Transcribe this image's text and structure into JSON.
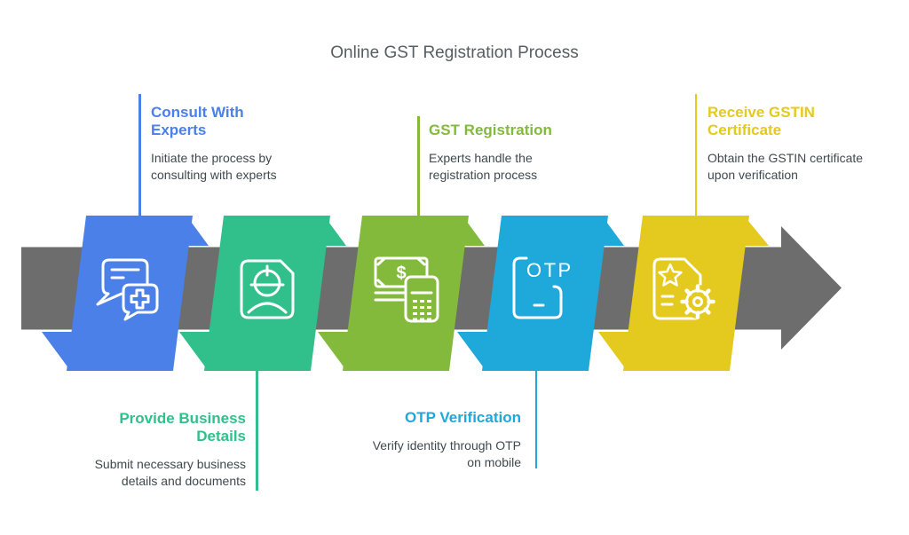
{
  "title": "Online GST Registration Process",
  "colors": {
    "arrow": "#6d6d6d",
    "title_text": "#565e61",
    "body_text": "#3f4a4e",
    "background": "#ffffff",
    "icon_stroke": "#ffffff"
  },
  "steps": [
    {
      "id": 1,
      "position": "top",
      "title": "Consult With\nExperts",
      "description": "Initiate the process by\nconsulting with experts",
      "color": "#4a80e8",
      "icon": "chat-medical-icon"
    },
    {
      "id": 2,
      "position": "bottom",
      "title": "Provide Business\nDetails",
      "description": "Submit necessary business\ndetails and documents",
      "color": "#31c08b",
      "icon": "engineer-document-icon"
    },
    {
      "id": 3,
      "position": "top",
      "title": "GST Registration",
      "description": "Experts handle the\nregistration process",
      "color": "#84ba3c",
      "icon": "money-calculator-icon",
      "icon_text": "$"
    },
    {
      "id": 4,
      "position": "bottom",
      "title": "OTP Verification",
      "description": "Verify identity through OTP\non mobile",
      "color": "#1fa8da",
      "icon": "otp-phone-icon",
      "icon_text": "OTP"
    },
    {
      "id": 5,
      "position": "top",
      "title": "Receive GSTIN\nCertificate",
      "description": "Obtain the GSTIN certificate\nupon verification",
      "color": "#e4c91e",
      "icon": "certificate-gear-icon"
    }
  ]
}
